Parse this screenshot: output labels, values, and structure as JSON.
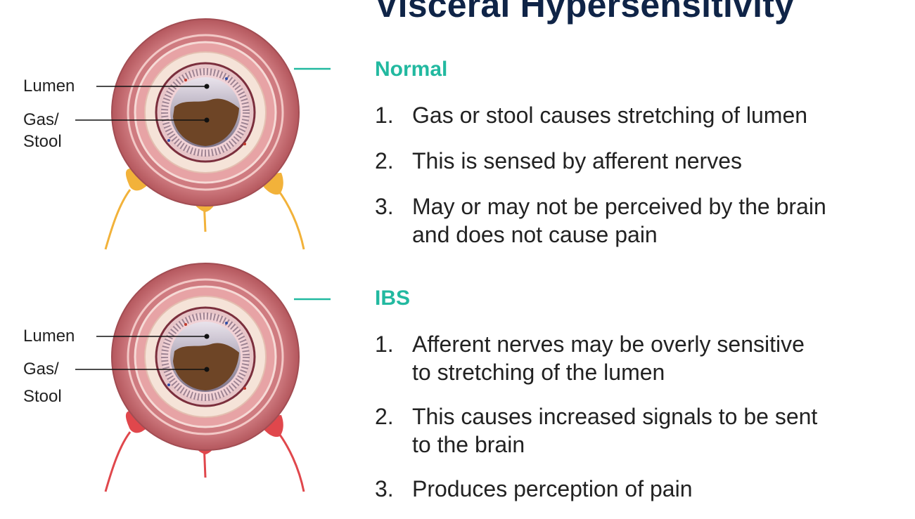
{
  "title": "Visceral Hypersensitivity",
  "colors": {
    "title": "#0f2447",
    "heading_accent": "#22b9a0",
    "normal_nerves": "#f2b23a",
    "ibs_nerves": "#e0474c",
    "lumen_fill": "#8b8296",
    "stool_fill": "#6e4526",
    "outer_wall": "#c66a6e"
  },
  "diagrams": [
    {
      "id": "normal",
      "lumen_label": "Lumen",
      "gas_label_line1": "Gas/",
      "gas_label_line2": "Stool"
    },
    {
      "id": "ibs",
      "lumen_label": "Lumen",
      "gas_label_line1": "Gas/",
      "gas_label_line2": "Stool"
    }
  ],
  "sections": {
    "normal": {
      "heading": "Normal",
      "steps": [
        {
          "num": "1.",
          "line1": "Gas or stool causes stretching of lumen",
          "line2": ""
        },
        {
          "num": "2.",
          "line1": "This is sensed by afferent nerves",
          "line2": ""
        },
        {
          "num": "3.",
          "line1": "May or may not be perceived by the brain",
          "line2": "and does not cause pain"
        }
      ]
    },
    "ibs": {
      "heading": "IBS",
      "steps": [
        {
          "num": "1.",
          "line1": "Afferent nerves may be overly sensitive",
          "line2": "to stretching of the lumen"
        },
        {
          "num": "2.",
          "line1": "This causes increased signals to be sent",
          "line2": "to the brain"
        },
        {
          "num": "3.",
          "line1": "Produces perception of pain",
          "line2": ""
        }
      ]
    }
  }
}
